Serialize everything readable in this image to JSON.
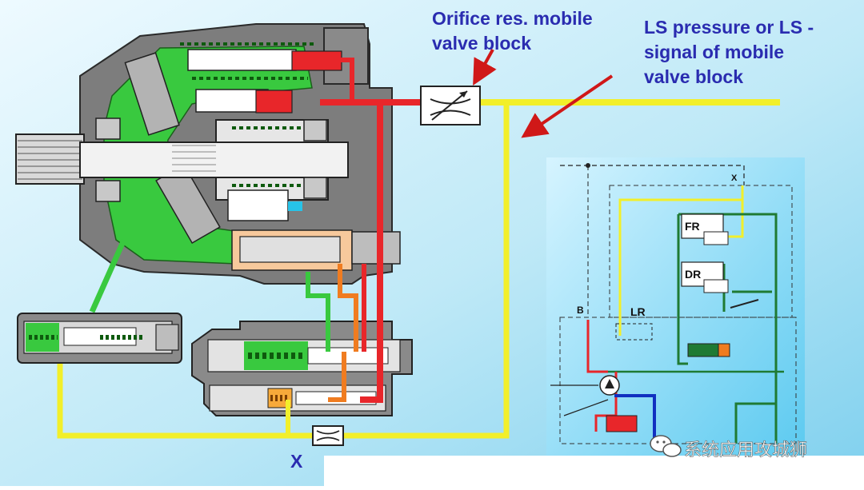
{
  "annotations": {
    "orifice_line1": "Orifice res. mobile",
    "orifice_line2": "valve block",
    "ls_line1": "LS pressure or LS -",
    "ls_line2": "signal of mobile",
    "ls_line3": "valve block",
    "port_x": "X"
  },
  "schematic": {
    "port_x": "X",
    "label_fr": "FR",
    "label_dr": "DR",
    "label_lr": "LR",
    "label_b": "B"
  },
  "watermark": {
    "text": "系统应用攻城狮"
  },
  "colors": {
    "background_gradient_start": "#d9f3fb",
    "background_gradient_end": "#8fd7ef",
    "ls_signal_line": "#f2ef2a",
    "pressure_line": "#e8262a",
    "case_green": "#39c93f",
    "orange_line": "#f07c20",
    "housing_gray": "#7d7d7d",
    "annotation_text": "#2a2cb0",
    "arrow": "#d01818"
  }
}
